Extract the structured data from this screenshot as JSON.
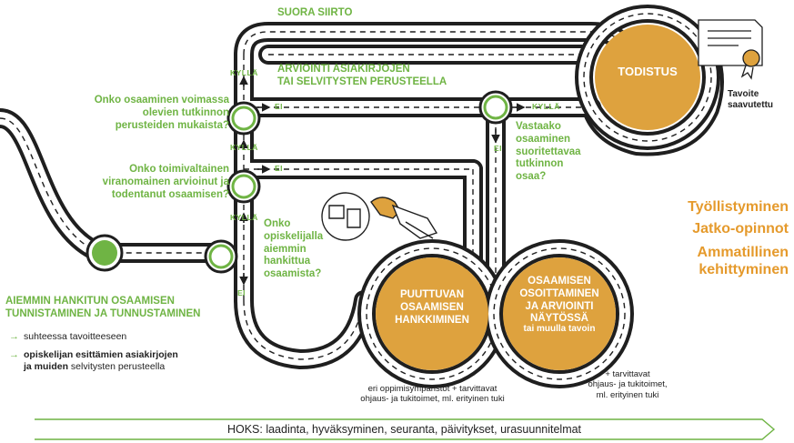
{
  "colors": {
    "green": "#6fb444",
    "orange": "#dea23e",
    "road": "#1f1f1f",
    "text": "#222222",
    "accent_text": "#e59a2c"
  },
  "roads": {
    "suora_siirto": "SUORA SIIRTO",
    "arviointi": "ARVIOINTI ASIAKIRJOJEN\nTAI SELVITYSTEN PERUSTEELLA"
  },
  "questions": {
    "q1": "Onko osaaminen voimassa\nolevien tutkinnon\nperusteiden mukaista?",
    "q2": "Onko toimivaltainen\nviranomainen arvioinut ja\ntodentanut osaamisen?",
    "q3": "Onko\nopiskelijalla\naiemmin\nhankittua\nosaamista?",
    "q4": "Vastaako\nosaaminen\nsuoritettavaa\ntutkinnon\nosaa?"
  },
  "labels": {
    "kylla": "KYLLÄ",
    "ei": "EI",
    "kylla_arrow": "KYLLÄ"
  },
  "todistus": "TODISTUS",
  "tavoite": "Tavoite\nsaavutettu",
  "circles": {
    "puuttuvan": "PUUTTUVAN\nOSAAMISEN\nHANKKIMINEN",
    "osoittaminen": "OSAAMISEN\nOSOITTAMINEN\nJA ARVIOINTI\nNÄYTÖSSÄ",
    "osoittaminen_sub": "tai muulla tavoin"
  },
  "notes": {
    "puuttuvan": "eri oppimisympäristöt + tarvittavat\nohjaus- ja tukitoimet, ml. erityinen tuki",
    "osoittaminen": "+ tarvittavat\nohjaus- ja tukitoimet,\nml. erityinen tuki"
  },
  "outcomes": [
    "Työllistyminen",
    "Jatko-opinnot",
    "Ammatillinen\nkehittyminen"
  ],
  "left_panel": {
    "title": "AIEMMIN HANKITUN OSAAMISEN\nTUNNISTAMINEN JA TUNNUSTAMINEN",
    "items": [
      {
        "arrow": "→",
        "text": "suhteessa tavoitteeseen"
      },
      {
        "arrow": "→",
        "text_bold": "opiskelijan esittämien asiakirjojen\nja muiden",
        "text_rest": " selvitysten perusteella"
      }
    ]
  },
  "hoks": "HOKS: laadinta, hyväksyminen, seuranta, päivitykset, urasuunnitelmat"
}
